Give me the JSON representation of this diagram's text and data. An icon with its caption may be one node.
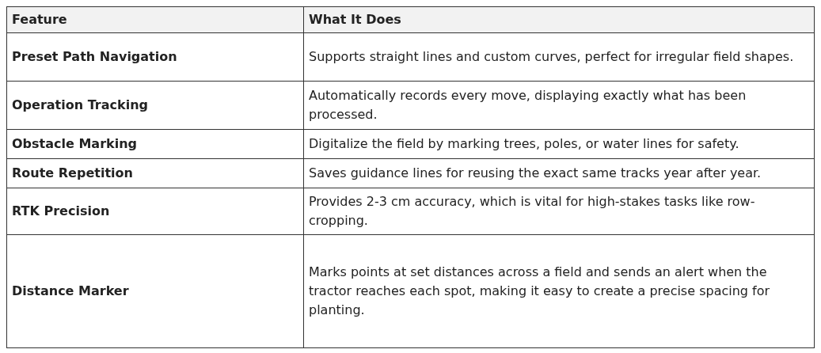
{
  "diagram": {
    "labels": [
      "Feature",
      "What It Does",
      "Preset Path Navigation",
      "Supports straight lines and custom curves, perfect for irregular field shapes.",
      "Operation Tracking",
      "Automatically records every move, displaying exactly what has been processed.",
      "Obstacle Marking",
      "Digitalize the field by marking trees, poles, or water lines for safety.",
      "Route Repetition",
      "Saves guidance lines for reusing the exact same tracks year after year.",
      "RTK Precision",
      "Provides 2-3 cm accuracy, which is vital for high-stakes tasks like row-cropping.",
      "Distance Marker",
      "Marks points at set distances across a field and sends an alert when the tractor reaches each spot, making it easy to create a precise spacing for planting."
    ]
  }
}
